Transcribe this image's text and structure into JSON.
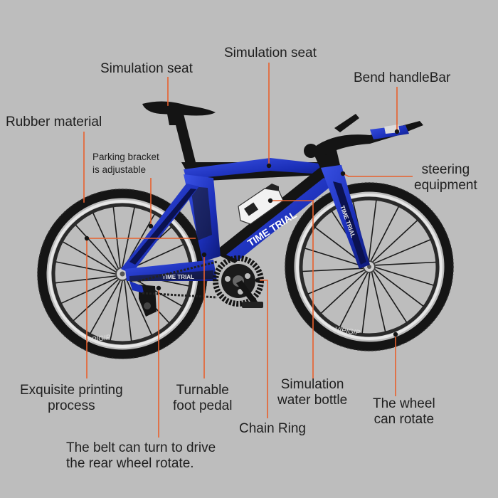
{
  "labels": {
    "seat_left": "Simulation seat",
    "seat_top": "Simulation seat",
    "handlebar": "Bend handleBar",
    "rubber": "Rubber material",
    "parking_1": "Parking bracket",
    "parking_2": "is adjustable",
    "steering_1": "steering",
    "steering_2": "equipment",
    "printing_1": "Exquisite printing",
    "printing_2": "process",
    "pedal_1": "Turnable",
    "pedal_2": "foot pedal",
    "bottle_1": "Simulation",
    "bottle_2": "water bottle",
    "wheel_1": "The wheel",
    "wheel_2": "can rotate",
    "chainring": "Chain Ring",
    "belt_1": "The belt can turn to drive",
    "belt_2": "the rear wheel rotate."
  },
  "frame_text": {
    "main": "TIME TRIAL",
    "fork": "TIME TRIAL",
    "chainstay": "TIME TRIAL",
    "rim_rear": "VIPIGIP",
    "rim_front": "VIPIGIP"
  },
  "colors": {
    "background": "#bdbdbd",
    "frame_blue": "#1b2fb8",
    "frame_black": "#141414",
    "leader_line": "#e8602c",
    "tire": "#151515",
    "rim": "#d9d9d9"
  }
}
